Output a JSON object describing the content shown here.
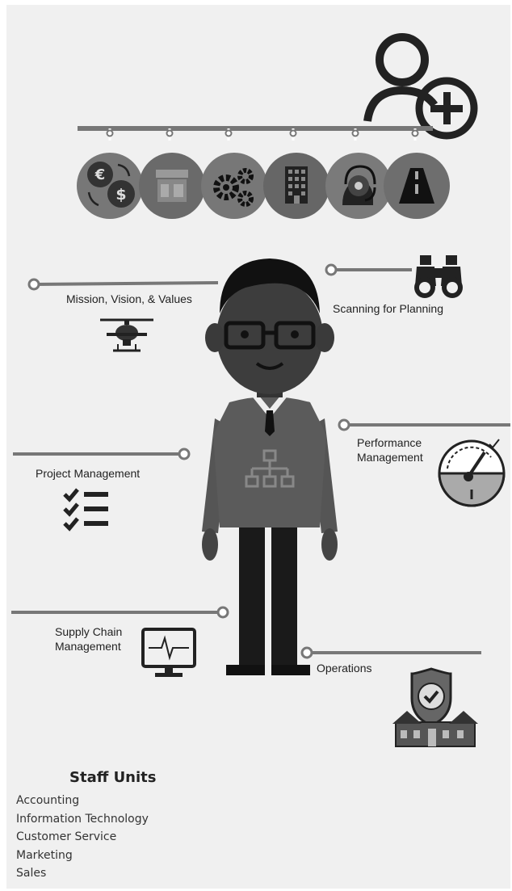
{
  "labels": {
    "mission": "Mission, Vision, & Values",
    "scanning": "Scanning for Planning",
    "performance": "Performance Management",
    "project": "Project Management",
    "supply": "Supply Chain Management",
    "operations": "Operations"
  },
  "staff_units": {
    "title": "Staff Units",
    "items": [
      "Accounting",
      "Information Technology",
      "Customer Service",
      "Marketing",
      "Sales"
    ]
  },
  "icons": [
    "add-user-icon",
    "currency-exchange-icon",
    "storefront-icon",
    "gears-icon",
    "office-building-icon",
    "call-center-agent-icon",
    "road-icon",
    "helicopter-icon",
    "binoculars-icon",
    "gauge-icon",
    "checklist-icon",
    "monitor-heartbeat-icon",
    "shield-houses-icon",
    "org-chart-icon"
  ],
  "colors": {
    "background": "#f0f0f0",
    "line": "#777777",
    "circle": "#6c6c6c",
    "text": "#222222"
  }
}
